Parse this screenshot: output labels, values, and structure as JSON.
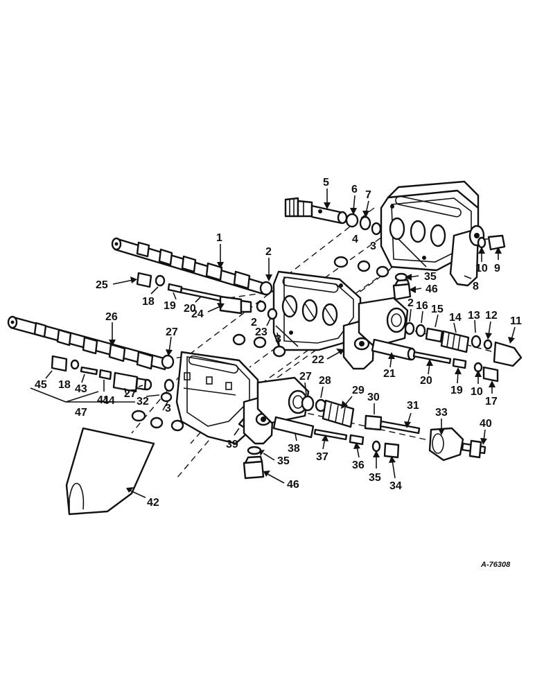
{
  "drawing_ref": "A-76308",
  "callouts": [
    {
      "id": "c1",
      "text": "1"
    },
    {
      "id": "c2a",
      "text": "2"
    },
    {
      "id": "c2b",
      "text": "2"
    },
    {
      "id": "c2c",
      "text": "2"
    },
    {
      "id": "c3a",
      "text": "3"
    },
    {
      "id": "c3b",
      "text": "3"
    },
    {
      "id": "c3c",
      "text": "3"
    },
    {
      "id": "c4",
      "text": "4"
    },
    {
      "id": "c5",
      "text": "5"
    },
    {
      "id": "c6",
      "text": "6"
    },
    {
      "id": "c7",
      "text": "7"
    },
    {
      "id": "c8",
      "text": "8"
    },
    {
      "id": "c9",
      "text": "9"
    },
    {
      "id": "c10a",
      "text": "10"
    },
    {
      "id": "c10b",
      "text": "10"
    },
    {
      "id": "c11",
      "text": "11"
    },
    {
      "id": "c12",
      "text": "12"
    },
    {
      "id": "c13",
      "text": "13"
    },
    {
      "id": "c14",
      "text": "14"
    },
    {
      "id": "c15",
      "text": "15"
    },
    {
      "id": "c16",
      "text": "16"
    },
    {
      "id": "c17",
      "text": "17"
    },
    {
      "id": "c18a",
      "text": "18"
    },
    {
      "id": "c18b",
      "text": "18"
    },
    {
      "id": "c19a",
      "text": "19"
    },
    {
      "id": "c19b",
      "text": "19"
    },
    {
      "id": "c20a",
      "text": "20"
    },
    {
      "id": "c20b",
      "text": "20"
    },
    {
      "id": "c21",
      "text": "21"
    },
    {
      "id": "c22",
      "text": "22"
    },
    {
      "id": "c23",
      "text": "23"
    },
    {
      "id": "c24",
      "text": "24"
    },
    {
      "id": "c25",
      "text": "25"
    },
    {
      "id": "c26",
      "text": "26"
    },
    {
      "id": "c27a",
      "text": "27"
    },
    {
      "id": "c27b",
      "text": "27"
    },
    {
      "id": "c27c",
      "text": "27"
    },
    {
      "id": "c28",
      "text": "28"
    },
    {
      "id": "c29",
      "text": "29"
    },
    {
      "id": "c30",
      "text": "30"
    },
    {
      "id": "c31",
      "text": "31"
    },
    {
      "id": "c32",
      "text": "32"
    },
    {
      "id": "c33",
      "text": "33"
    },
    {
      "id": "c34",
      "text": "34"
    },
    {
      "id": "c35a",
      "text": "35"
    },
    {
      "id": "c35b",
      "text": "35"
    },
    {
      "id": "c35c",
      "text": "35"
    },
    {
      "id": "c36",
      "text": "36"
    },
    {
      "id": "c37",
      "text": "37"
    },
    {
      "id": "c38",
      "text": "38"
    },
    {
      "id": "c39",
      "text": "39"
    },
    {
      "id": "c40",
      "text": "40"
    },
    {
      "id": "c41",
      "text": "41"
    },
    {
      "id": "c42",
      "text": "42"
    },
    {
      "id": "c43",
      "text": "43"
    },
    {
      "id": "c44",
      "text": "44"
    },
    {
      "id": "c45",
      "text": "45"
    },
    {
      "id": "c46a",
      "text": "46"
    },
    {
      "id": "c46b",
      "text": "46"
    },
    {
      "id": "c47",
      "text": "47"
    }
  ]
}
